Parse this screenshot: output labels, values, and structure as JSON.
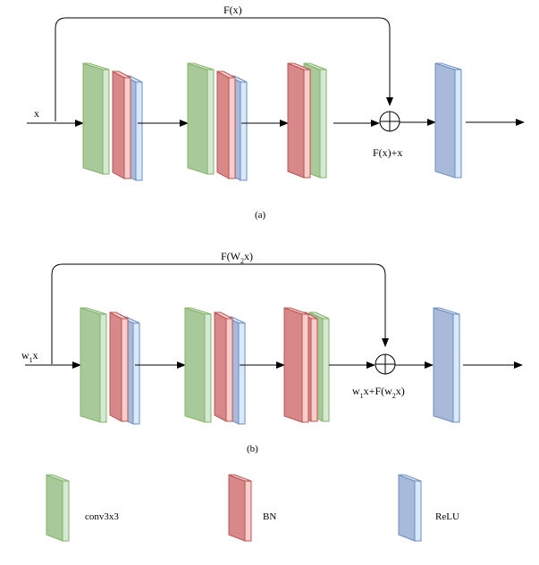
{
  "colors": {
    "conv_front": "#a8c99a",
    "conv_side": "#d5e8d4",
    "conv_stroke": "#82b366",
    "bn_front": "#d9888a",
    "bn_side": "#f8cecc",
    "bn_stroke": "#b85450",
    "relu_front": "#a9b9d9",
    "relu_side": "#dae8fc",
    "relu_stroke": "#6c8ebf",
    "arrow": "#000000"
  },
  "diagram_a": {
    "skip_label": "F(x)",
    "input_label": "x",
    "sum_label": "F(x)+x",
    "caption": "(a)",
    "sum_icon": "circle-plus-icon"
  },
  "diagram_b": {
    "skip_label_main": "F(W",
    "skip_label_sub": "2",
    "skip_label_end": "x)",
    "input_label_main": "w",
    "input_label_sub": "1",
    "input_label_end": "x",
    "sum_label_p1": "w",
    "sum_label_s1": "1",
    "sum_label_p2": "x+F(w",
    "sum_label_s2": "2",
    "sum_label_p3": "x)",
    "caption": "(b)",
    "sum_icon": "circle-plus-icon"
  },
  "legend": {
    "conv": "conv3x3",
    "bn": "BN",
    "relu": "ReLU"
  }
}
